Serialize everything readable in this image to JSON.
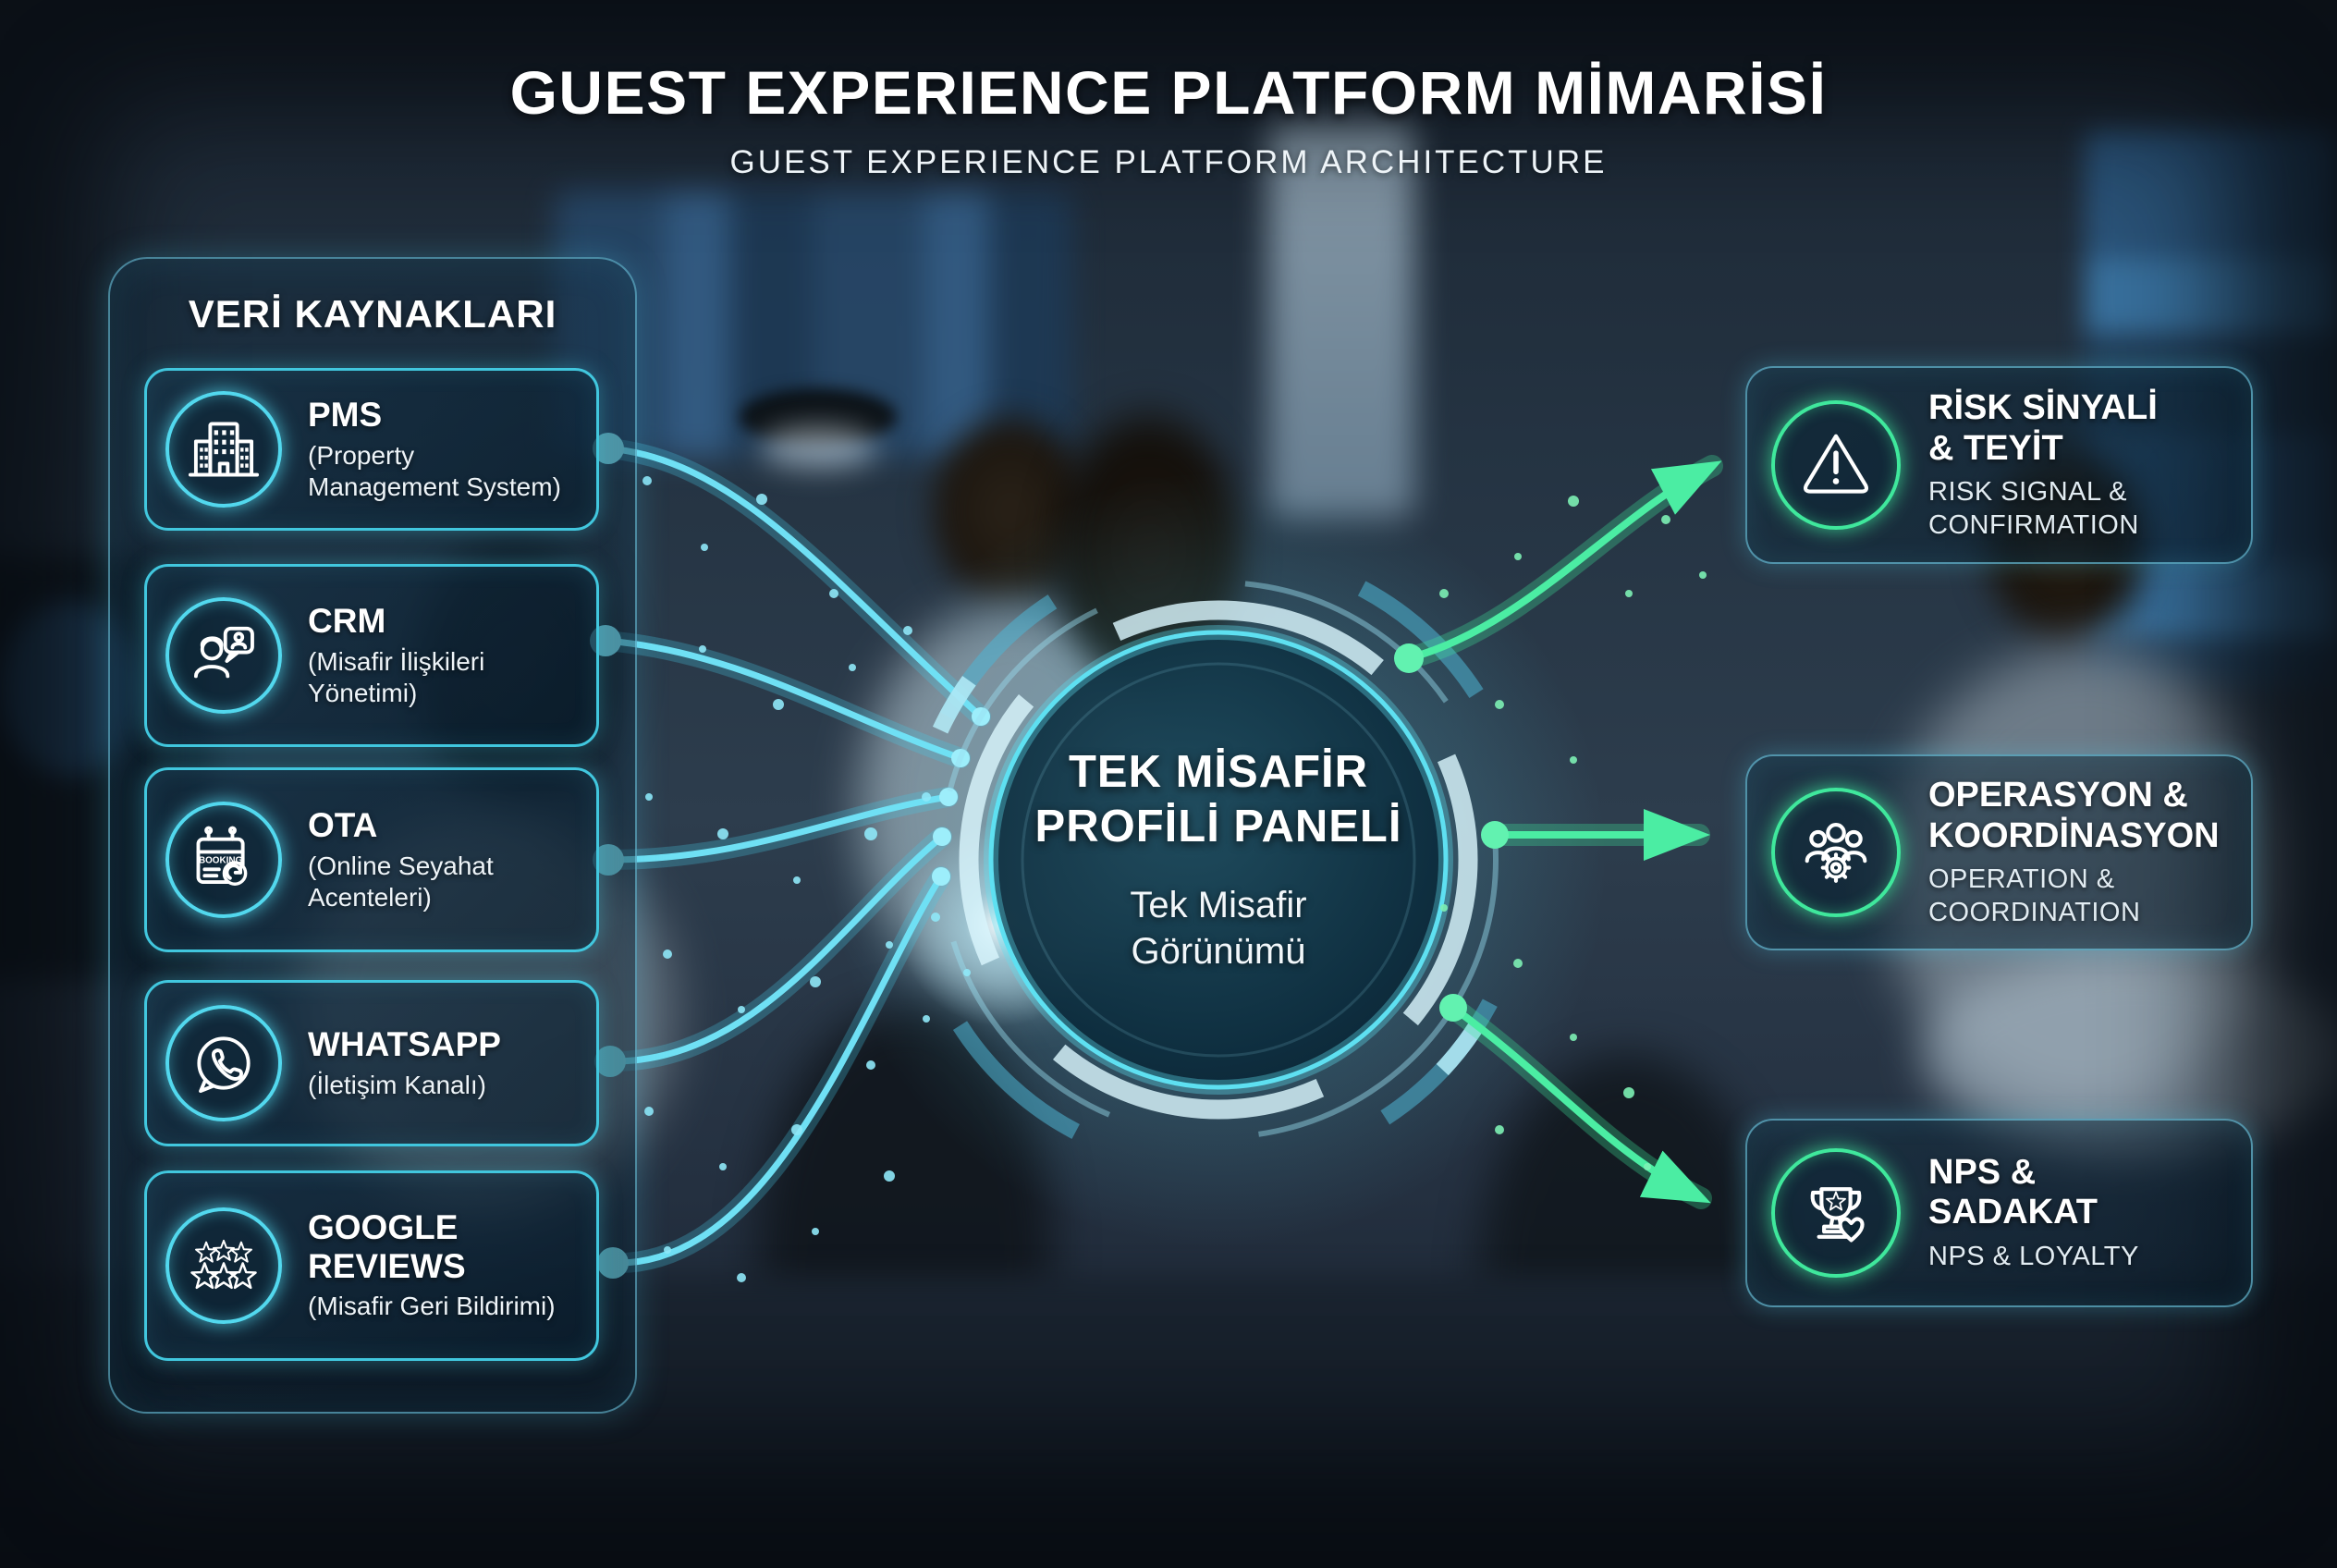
{
  "header": {
    "title": "GUEST EXPERIENCE PLATFORM MİMARİSİ",
    "subtitle": "GUEST EXPERIENCE PLATFORM ARCHITECTURE"
  },
  "sources_panel": {
    "header": "VERİ KAYNAKLARI",
    "items": [
      {
        "id": "pms",
        "title": "PMS",
        "subtitle": "(Property\nManagement System)",
        "icon": "building-icon"
      },
      {
        "id": "crm",
        "title": "CRM",
        "subtitle": "(Misafir İlişkileri\nYönetimi)",
        "icon": "support-agent-chat-icon"
      },
      {
        "id": "ota",
        "title": "OTA",
        "subtitle": "(Online Seyahat\nAcenteleri)",
        "icon": "booking-calendar-icon",
        "icon_label": "BOOKING"
      },
      {
        "id": "whatsapp",
        "title": "WHATSAPP",
        "subtitle": "(İletişim Kanalı)",
        "icon": "whatsapp-icon"
      },
      {
        "id": "google_reviews",
        "title": "GOOGLE\nREVIEWS",
        "subtitle": "(Misafir Geri Bildirimi)",
        "icon": "rating-stars-icon"
      }
    ]
  },
  "hub": {
    "title": "TEK MİSAFİR\nPROFİLİ PANELİ",
    "subtitle": "Tek Misafir\nGörünümü"
  },
  "outputs": [
    {
      "id": "risk",
      "title": "RİSK SİNYALİ\n& TEYİT",
      "subtitle": "RISK SIGNAL &\nCONFIRMATION",
      "icon": "warning-triangle-icon"
    },
    {
      "id": "operations",
      "title": "OPERASYON &\nKOORDİNASYON",
      "subtitle": "OPERATION &\nCOORDINATION",
      "icon": "team-gear-icon"
    },
    {
      "id": "nps",
      "title": "NPS &\nSADAKAT",
      "subtitle": "NPS & LOYALTY",
      "icon": "trophy-loyalty-icon"
    }
  ],
  "edges": [
    {
      "from": "pms",
      "to": "hub",
      "color": "cyan"
    },
    {
      "from": "crm",
      "to": "hub",
      "color": "cyan"
    },
    {
      "from": "ota",
      "to": "hub",
      "color": "cyan"
    },
    {
      "from": "whatsapp",
      "to": "hub",
      "color": "cyan"
    },
    {
      "from": "google_reviews",
      "to": "hub",
      "color": "cyan"
    },
    {
      "from": "hub",
      "to": "risk",
      "color": "green"
    },
    {
      "from": "hub",
      "to": "operations",
      "color": "green"
    },
    {
      "from": "hub",
      "to": "nps",
      "color": "green"
    }
  ],
  "colors": {
    "accent_cyan": "#4fd8ee",
    "accent_green": "#45eb9b",
    "text_primary": "#ffffff"
  }
}
